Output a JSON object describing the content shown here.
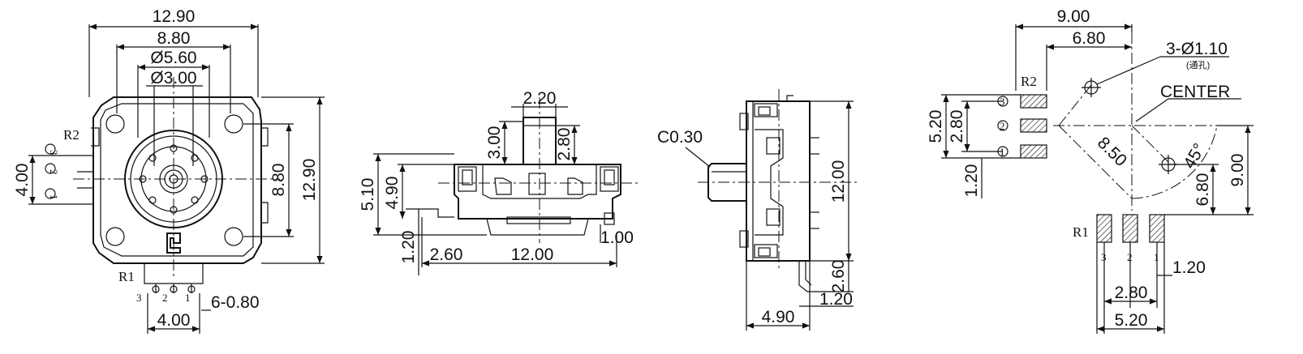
{
  "colors": {
    "line": "#111111",
    "background": "#ffffff"
  },
  "front_view": {
    "overall_width": "12.90",
    "hole_span": "8.80",
    "outer_diameter": "Ø5.60",
    "inner_diameter": "Ø3.00",
    "side_hole_span": "8.80",
    "overall_height": "12.90",
    "left_pin_span": "4.00",
    "bottom_pin_span": "4.00",
    "pin_width": "6-0.80",
    "rotor_label_left": "R2",
    "rotor_label_bottom": "R1",
    "left_pins": [
      "3",
      "2",
      "1"
    ],
    "bottom_pins": [
      "3",
      "2",
      "1"
    ]
  },
  "side_view": {
    "shaft_width": "2.20",
    "shaft_height": "3.00",
    "shaft_height_2": "2.80",
    "total_height": "5.10",
    "body_height": "4.90",
    "terminal_height": "1.20",
    "terminal_offset": "2.60",
    "body_length": "12.00",
    "right_step": "1.00"
  },
  "end_view": {
    "chamfer": "C0.30",
    "length": "12.00",
    "terminal_height": "2.60",
    "terminal_step": "1.20",
    "width": "4.90"
  },
  "pcb_layout": {
    "top_width": "9.00",
    "top_width_2": "6.80",
    "hole_note": "3-Ø1.10",
    "hole_note_sub": "(通孔)",
    "center_label": "CENTER",
    "left_pitch_total": "5.20",
    "left_pitch": "2.80",
    "left_bottom": "1.20",
    "diagonal": "8.50",
    "angle": "45°",
    "right_height_2": "6.80",
    "right_height": "9.00",
    "bottom_pitch_1": "1.20",
    "bottom_pitch_2": "2.80",
    "bottom_pitch_total": "5.20",
    "rotor_label_left": "R2",
    "rotor_label_bottom": "R1",
    "left_pins": [
      "3",
      "2",
      "1"
    ],
    "bottom_pins": [
      "3",
      "2",
      "1"
    ]
  }
}
